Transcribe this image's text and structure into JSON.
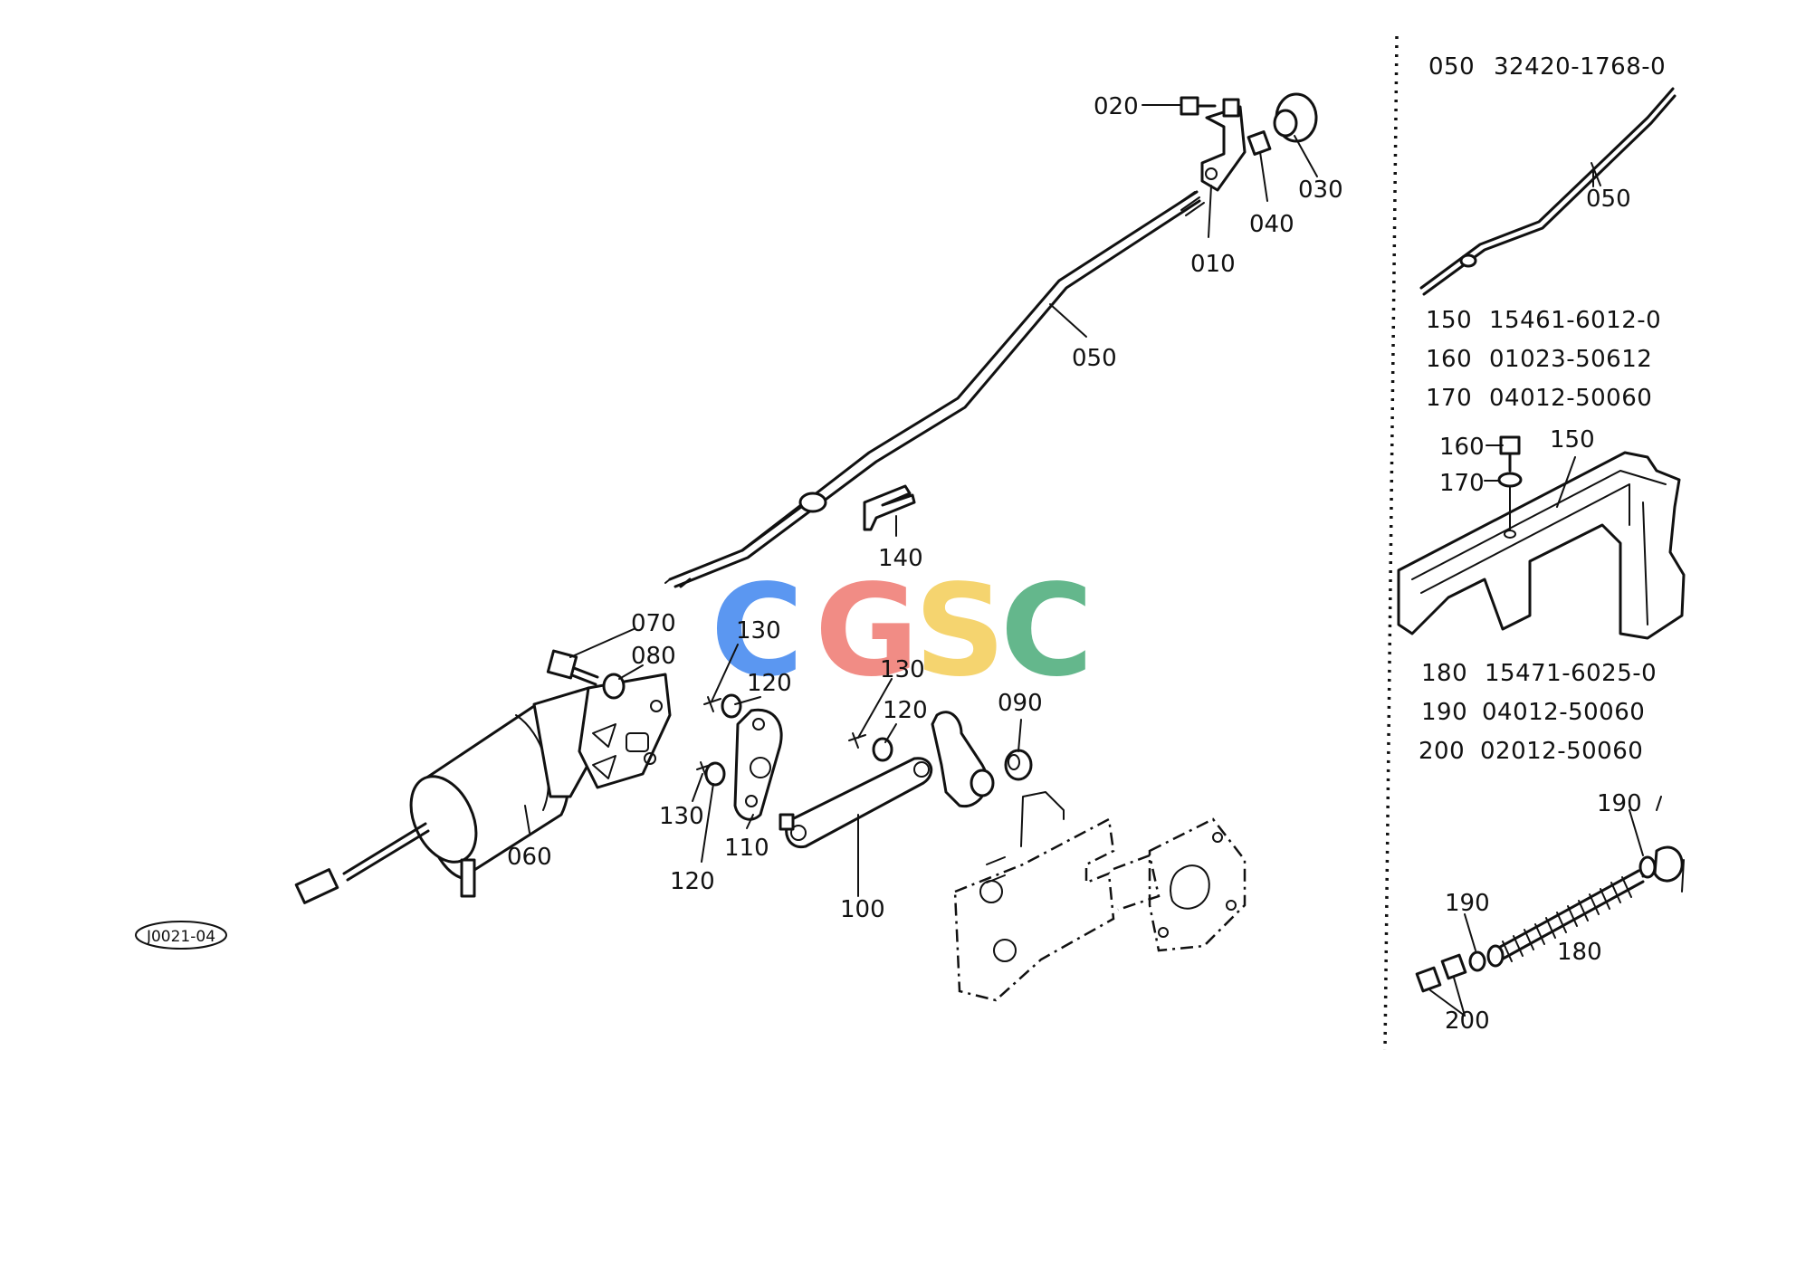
{
  "watermark": {
    "letters": [
      "C",
      "G",
      "S",
      "C"
    ],
    "colors": [
      "#4a8cf0",
      "#f08078",
      "#f5d060",
      "#54b080"
    ]
  },
  "drawing_code": "J0021-04",
  "callouts": {
    "c010": "010",
    "c020": "020",
    "c030": "030",
    "c040": "040",
    "c050": "050",
    "c060": "060",
    "c070": "070",
    "c080": "080",
    "c090": "090",
    "c100": "100",
    "c110": "110",
    "c120a": "120",
    "c120b": "120",
    "c120c": "120",
    "c130a": "130",
    "c130b": "130",
    "c130c": "130",
    "c140": "140"
  },
  "inset": {
    "top_table": [
      {
        "ref": "050",
        "part": "32420-1768-0"
      }
    ],
    "rod_label": "050",
    "mid_table": [
      {
        "ref": "150",
        "part": "15461-6012-0"
      },
      {
        "ref": "160",
        "part": "01023-50612"
      },
      {
        "ref": "170",
        "part": "04012-50060"
      }
    ],
    "bracket_labels": {
      "l150": "150",
      "l160": "160",
      "l170": "170"
    },
    "low_table": [
      {
        "ref": "180",
        "part": "15471-6025-0"
      },
      {
        "ref": "190",
        "part": "04012-50060"
      },
      {
        "ref": "200",
        "part": "02012-50060"
      }
    ],
    "spring_labels": {
      "l190a": "190",
      "l190b": "190",
      "l180": "180",
      "l200": "200"
    }
  }
}
